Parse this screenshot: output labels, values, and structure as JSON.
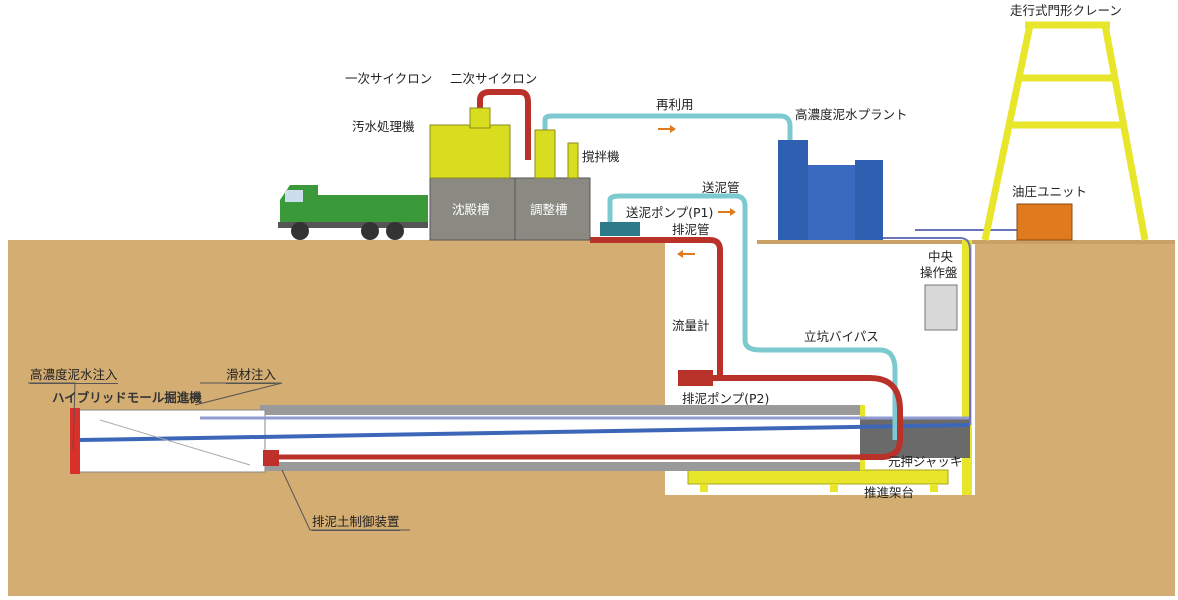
{
  "title": "ハイブリッドモール工法 施工設備概要図",
  "labels": {
    "gantry_crane": "走行式門形クレーン",
    "primary_cyclone": "一次サイクロン",
    "secondary_cyclone": "二次サイクロン",
    "wastewater_treatment": "汚水処理機",
    "reuse": "再利用",
    "high_density_plant": "高濃度泥水プラント",
    "agitator": "撹拌機",
    "slurry_feed_pipe": "送泥管",
    "settling_tank": "沈殿槽",
    "adjustment_tank": "調整槽",
    "feed_pump": "送泥ポンプ(P1)",
    "discharge_pipe": "排泥管",
    "hydraulic_unit": "油圧ユニット",
    "control_panel_line1": "中央",
    "control_panel_line2": "操作盤",
    "flow_meter": "流量計",
    "shaft_bypass": "立坑バイパス",
    "high_density_injection": "高濃度泥水注入",
    "lubricant_injection": "滑材注入",
    "hybrid_mole_machine": "ハイブリッドモール掘進機",
    "discharge_pump": "排泥ポンプ(P2)",
    "main_jack": "元押ジャッキ",
    "jacking_frame": "推進架台",
    "discharge_control_device": "排泥土制御装置"
  },
  "colors": {
    "soil": "#d4ad72",
    "slurry_feed": "#7cc9cf",
    "slurry_discharge": "#b8322a",
    "crane": "#e8e62a",
    "plant": "#2f5fb0",
    "truck": "#3a9a3a",
    "hydraulic": "#e07a1e",
    "cyclone": "#d9dd1f"
  }
}
